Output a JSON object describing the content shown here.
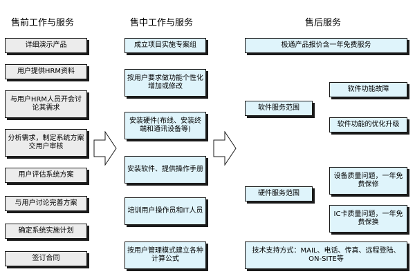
{
  "columns": {
    "pre": {
      "title": "售前工作与服务"
    },
    "mid": {
      "title": "售中工作与服务"
    },
    "post": {
      "title": "售后服务"
    }
  },
  "pre_items": [
    {
      "label": "详细演示产品"
    },
    {
      "label": "用户提供HRM资料"
    },
    {
      "label": "与用户HRM人员开会讨论其需求"
    },
    {
      "label": "分析需求，制定系统方案交用户审核"
    },
    {
      "label": "用户评估系统方案"
    },
    {
      "label": "与用户讨论完善方案"
    },
    {
      "label": "确定系统实施计划"
    },
    {
      "label": "签订合同"
    }
  ],
  "mid_items": [
    {
      "label": "成立项目实施专案组"
    },
    {
      "label": "按用户要求做功能个性化增加或修改"
    },
    {
      "label": "安装硬件(布线、安装终端和通讯设备等)"
    },
    {
      "label": "安装软件、提供操作手册"
    },
    {
      "label": "培训用户操作员和IT人员"
    },
    {
      "label": "按用户管理模式建立各种计算公式"
    }
  ],
  "post_items": {
    "top": {
      "label": "极通产品报价含一年免费服务"
    },
    "software": {
      "label": "软件服务范围"
    },
    "sw_fault": {
      "label": "软件功能故障"
    },
    "sw_upgrade": {
      "label": "软件功能的优化升级"
    },
    "hardware": {
      "label": "硬件服务范围"
    },
    "hw_device": {
      "label": "设备质量问题，一年免费保修"
    },
    "hw_card": {
      "label": "IC卡质量问题，一年免费保换"
    },
    "support": {
      "label": "技术支持方式：MAIL、电话、传真、远程登陆、ON-SITE等"
    }
  },
  "colors": {
    "pre_fill": "#ececec",
    "mid_fill": "#dff4fb",
    "post_fill": "#dff4fb",
    "border": "#1a1a1a"
  }
}
